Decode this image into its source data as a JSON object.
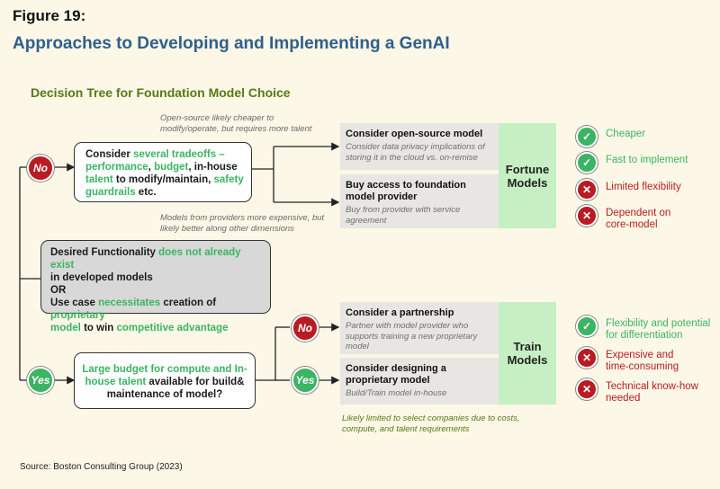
{
  "figure_label": "Figure 19:",
  "figure_title": "Approaches to Developing and Implementing a GenAI",
  "tree_title": "Decision Tree for Foundation Model Choice",
  "notes": {
    "top": "Open-source likely cheaper to modify/operate, but requires more talent",
    "middle": "Models from providers more expensive, but likely better along other dimensions",
    "bottom": "Likely limited to select companies due to costs, compute, and talent requirements"
  },
  "badges": {
    "no": "No",
    "yes": "Yes"
  },
  "tradeoff_box": {
    "t1": "Consider ",
    "t2": "several tradeoffs – performance",
    "t3": ", ",
    "t4": "budget",
    "t5": ", in-house ",
    "t6": "talent",
    "t7": " to modify/maintain, ",
    "t8": "safety guardrails",
    "t9": " etc."
  },
  "desired_box": {
    "l1a": "Desired Functionality ",
    "l1b": "does not already exist",
    "l2": "in developed models",
    "l3": "OR",
    "l4a": "Use case ",
    "l4b": "necessitates",
    "l4c": " creation of ",
    "l4d": "proprietary",
    "l5a": "model",
    "l5b": " to win ",
    "l5c": "competitive advantage"
  },
  "budget_box": {
    "g1": "Large budget for compute and In-house talent",
    "p2": " available for build& maintenance of model?"
  },
  "options": {
    "open_source": {
      "title": "Consider open-source model",
      "sub": "Consider data privacy implications of storing it in the cloud vs. on-remise"
    },
    "provider": {
      "title": "Buy access to foundation model provider",
      "sub": "Buy from provider with service agreement"
    },
    "partnership": {
      "title": "Consider a partnership",
      "sub": "Partner with model provider who supports training a new proprietary model"
    },
    "design": {
      "title": "Consider designing a proprietary model",
      "sub": "Build/Train model in-house"
    }
  },
  "panels": {
    "fortune": "Fortune Models",
    "train": "Train Models"
  },
  "fortune_items": [
    {
      "kind": "pro",
      "text": "Cheaper"
    },
    {
      "kind": "pro",
      "text": "Fast to implement"
    },
    {
      "kind": "con",
      "text": "Limited flexibility"
    },
    {
      "kind": "con",
      "text": "Dependent on core-model"
    }
  ],
  "train_items": [
    {
      "kind": "pro",
      "text": "Flexibility and potential for differentiation"
    },
    {
      "kind": "con",
      "text": "Expensive and time-consuming"
    },
    {
      "kind": "con",
      "text": "Technical know-how needed"
    }
  ],
  "icons": {
    "pro": "check-icon",
    "con": "x-icon"
  },
  "colors": {
    "pro": "#3bb463",
    "con": "#b81c22",
    "accent_title": "#2e5f8e",
    "tree_title": "#567a19"
  },
  "source": "Source: Boston Consulting Group (2023)"
}
